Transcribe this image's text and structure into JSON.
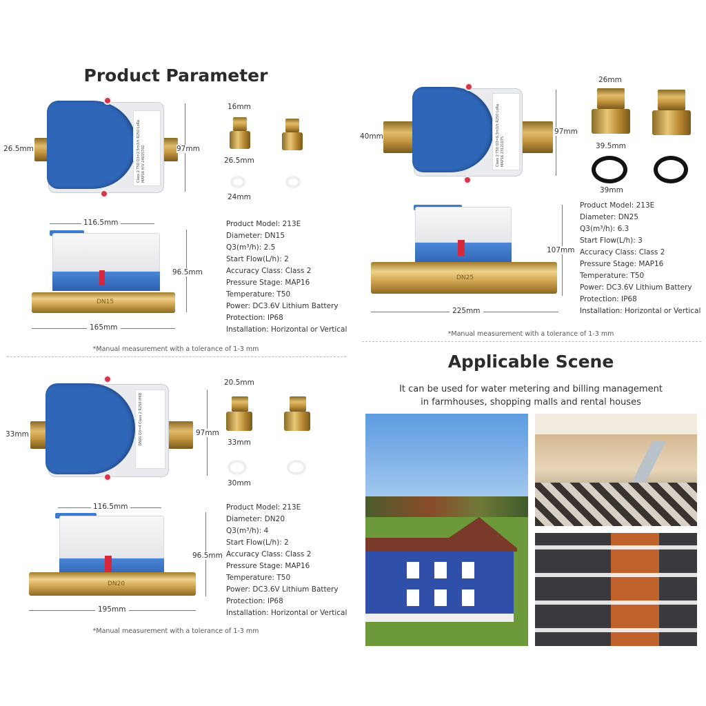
{
  "product_parameter": {
    "title": "Product Parameter",
    "dn15": {
      "top_dims": {
        "pipe_width": "26.5mm",
        "height": "97mm"
      },
      "fittings": {
        "thread": "16mm",
        "nut": "26.5mm",
        "washer": "24mm"
      },
      "side_dims": {
        "box_width": "116.5mm",
        "height": "96.5mm",
        "length": "165mm"
      },
      "label_text": "Class 2 T50 Q3=2.5m3/h R250 LoRa MAP16 H/V 24015702",
      "pipe_mark": "DN15",
      "specs": [
        "Product Model: 213E",
        "Diameter: DN15",
        "Q3(m³/h): 2.5",
        "Start Flow(L/h): 2",
        "Accuracy Class: Class 2",
        "Pressure Stage: MAP16",
        "Temperature: T50",
        "Power: DC3.6V Lithium Battery",
        "Protection: IP68",
        "Installation: Horizontal or Vertical"
      ],
      "note": "*Manual measurement with a tolerance of 1-3 mm"
    },
    "dn20": {
      "top_dims": {
        "pipe_width": "33mm",
        "height": "97mm"
      },
      "fittings": {
        "thread": "20.5mm",
        "nut": "33mm",
        "washer": "30mm"
      },
      "side_dims": {
        "box_width": "116.5mm",
        "height": "96.5mm",
        "length": "195mm"
      },
      "label_text": "DN20 Q3=4 Class 2 R250 IP68",
      "pipe_mark": "DN20",
      "specs": [
        "Product Model: 213E",
        "Diameter: DN20",
        "Q3(m³/h): 4",
        "Start Flow(L/h): 2",
        "Accuracy Class: Class 2",
        "Pressure Stage: MAP16",
        "Temperature: T50",
        "Power: DC3.6V Lithium Battery",
        "Protection: IP68",
        "Installation: Horizontal or Vertical"
      ],
      "note": "*Manual measurement with a tolerance of 1-3 mm"
    },
    "dn25": {
      "top_dims": {
        "pipe_width": "40mm",
        "height": "97mm"
      },
      "fittings": {
        "thread": "26mm",
        "nut": "39.5mm",
        "washer": "39mm"
      },
      "side_dims": {
        "height": "107mm",
        "length": "225mm"
      },
      "label_text": "Class 2 T50 Q3=6.3m3/h R250 LoRa MAP16 23121075",
      "pipe_mark": "DN25",
      "specs": [
        "Product Model: 213E",
        "Diameter: DN25",
        "Q3(m³/h): 6.3",
        "Start Flow(L/h): 3",
        "Accuracy Class: Class 2",
        "Pressure Stage: MAP16",
        "Temperature: T50",
        "Power: DC3.6V Lithium Battery",
        "Protection: IP68",
        "Installation: Horizontal or Vertical"
      ],
      "note": "*Manual measurement with a tolerance of 1-3 mm"
    }
  },
  "applicable_scene": {
    "title": "Applicable Scene",
    "subtitle_line1": "It can be used for water metering and billing management",
    "subtitle_line2": "in farmhouses, shopping malls and rental houses"
  },
  "colors": {
    "meter_blue": "#2f66b8",
    "brass": "#d0a551",
    "seal_red": "#d7283b"
  }
}
